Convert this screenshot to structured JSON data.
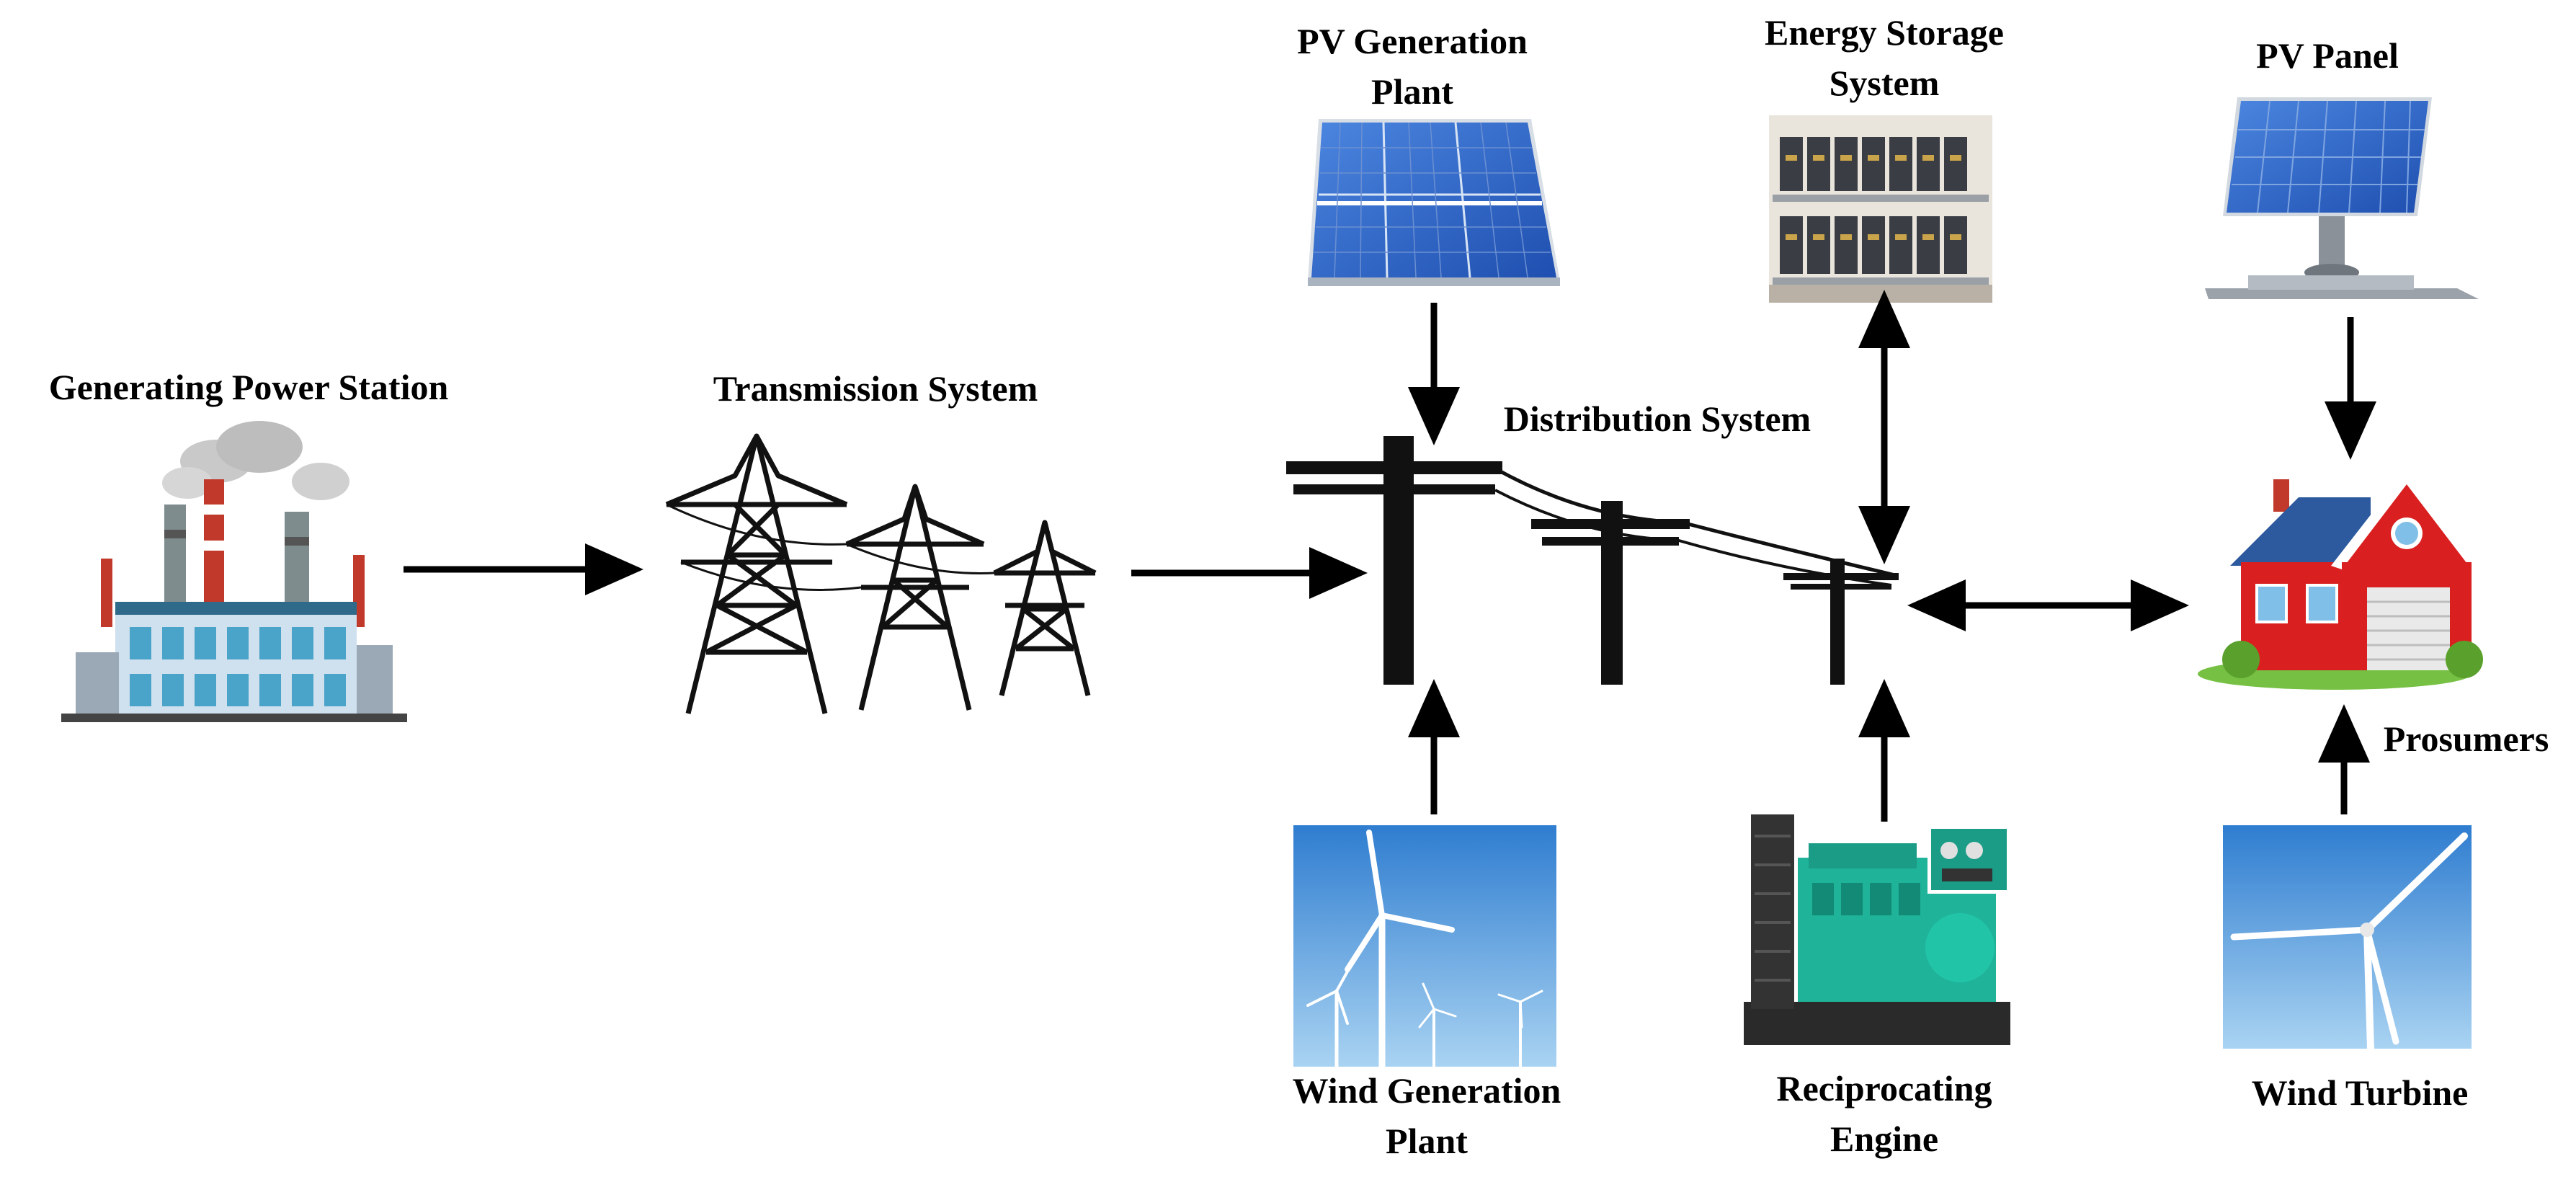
{
  "diagram": {
    "labels": {
      "generating_station": "Generating  Power Station",
      "transmission": "Transmission  System",
      "distribution": "Distribution  System",
      "pv_plant": [
        "PV Generation",
        "Plant"
      ],
      "energy_storage": [
        "Energy Storage",
        "System"
      ],
      "pv_panel": "PV Panel",
      "prosumers": "Prosumers",
      "wind_plant": [
        "Wind  Generation",
        "Plant"
      ],
      "reciprocating_engine": [
        "Reciprocating",
        "Engine"
      ],
      "wind_turbine": "Wind  Turbine"
    },
    "colors": {
      "arrow": "#000000",
      "sky": "#3f8fd6",
      "solar_cell": "#2f63c9",
      "house_wall": "#d91f1f",
      "house_roof": "#2d5a9e",
      "genset": "#1fb39a",
      "battery": "#3a3d44",
      "factory_body": "#cfe0ef",
      "chimney_stripe": "#c0392b"
    },
    "icons": [
      "factory-icon",
      "transmission-tower-icon",
      "utility-pole-icon",
      "solar-panel-icon",
      "battery-rack-icon",
      "house-icon",
      "wind-turbine-icon",
      "generator-icon"
    ]
  }
}
